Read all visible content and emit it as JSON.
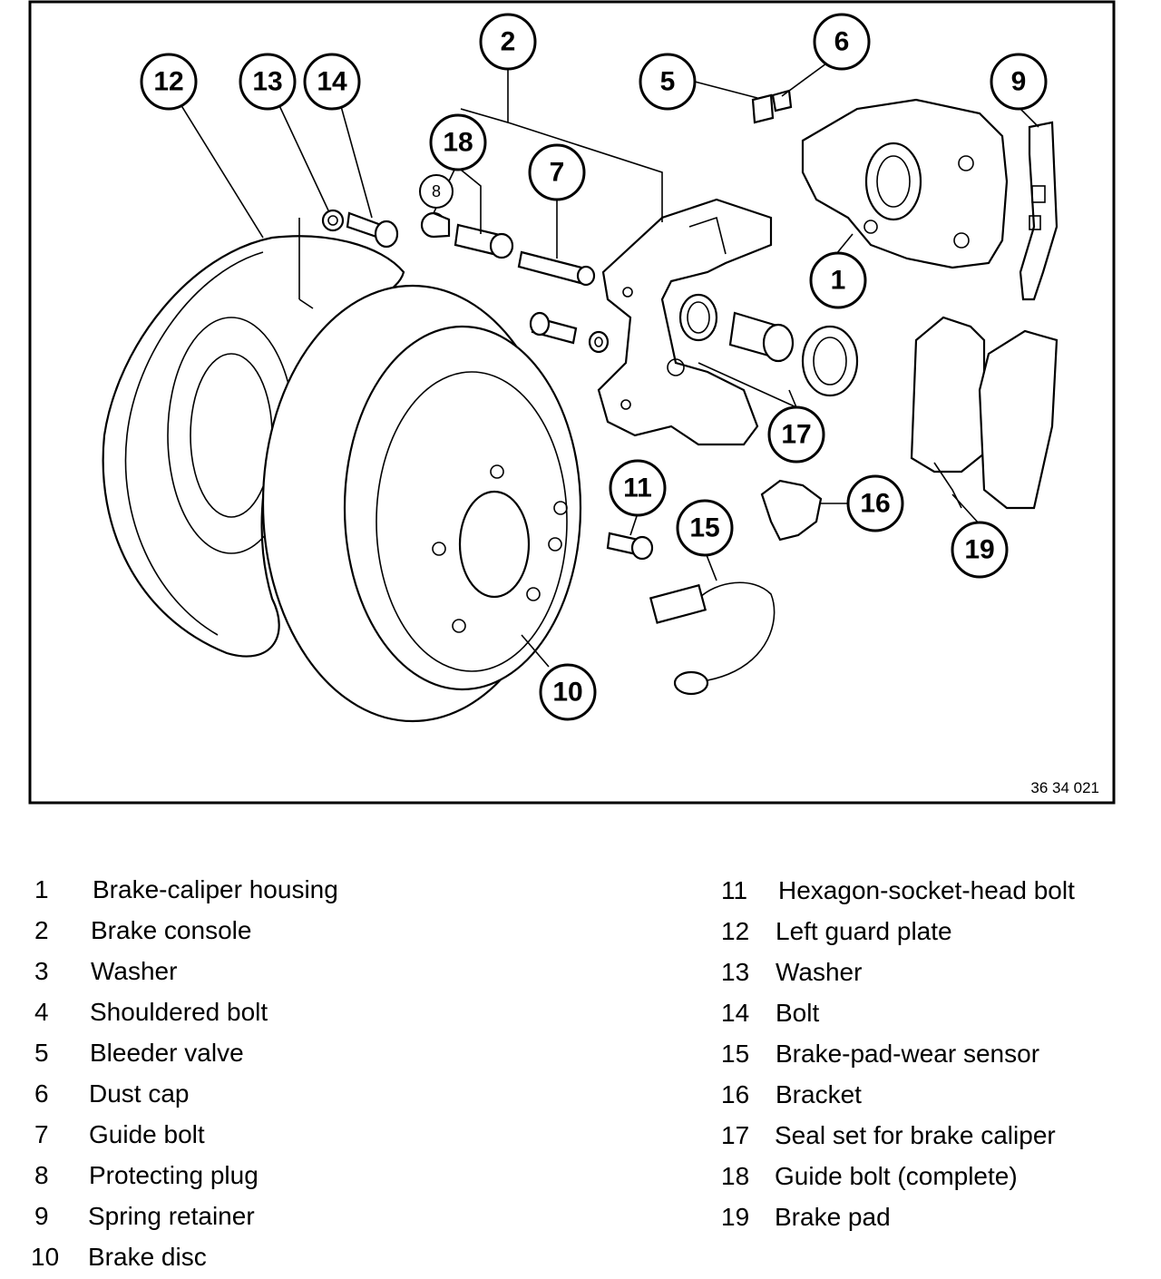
{
  "diagram": {
    "reference_code": "36 34 021",
    "callouts": [
      "1",
      "2",
      "5",
      "6",
      "7",
      "8",
      "9",
      "10",
      "11",
      "12",
      "13",
      "14",
      "15",
      "16",
      "17",
      "18",
      "19"
    ]
  },
  "legend": {
    "left": [
      {
        "num": "1",
        "label": "Brake-caliper housing"
      },
      {
        "num": "2",
        "label": "Brake console"
      },
      {
        "num": "3",
        "label": "Washer"
      },
      {
        "num": "4",
        "label": "Shouldered bolt"
      },
      {
        "num": "5",
        "label": "Bleeder valve"
      },
      {
        "num": "6",
        "label": "Dust cap"
      },
      {
        "num": "7",
        "label": "Guide bolt"
      },
      {
        "num": "8",
        "label": "Protecting plug"
      },
      {
        "num": "9",
        "label": "Spring retainer"
      },
      {
        "num": "10",
        "label": "Brake disc"
      }
    ],
    "right": [
      {
        "num": "11",
        "label": "Hexagon-socket-head bolt"
      },
      {
        "num": "12",
        "label": "Left guard plate"
      },
      {
        "num": "13",
        "label": "Washer"
      },
      {
        "num": "14",
        "label": "Bolt"
      },
      {
        "num": "15",
        "label": "Brake-pad-wear sensor"
      },
      {
        "num": "16",
        "label": "Bracket"
      },
      {
        "num": "17",
        "label": "Seal set for brake caliper"
      },
      {
        "num": "18",
        "label": "Guide bolt (complete)"
      },
      {
        "num": "19",
        "label": "Brake pad"
      }
    ]
  }
}
